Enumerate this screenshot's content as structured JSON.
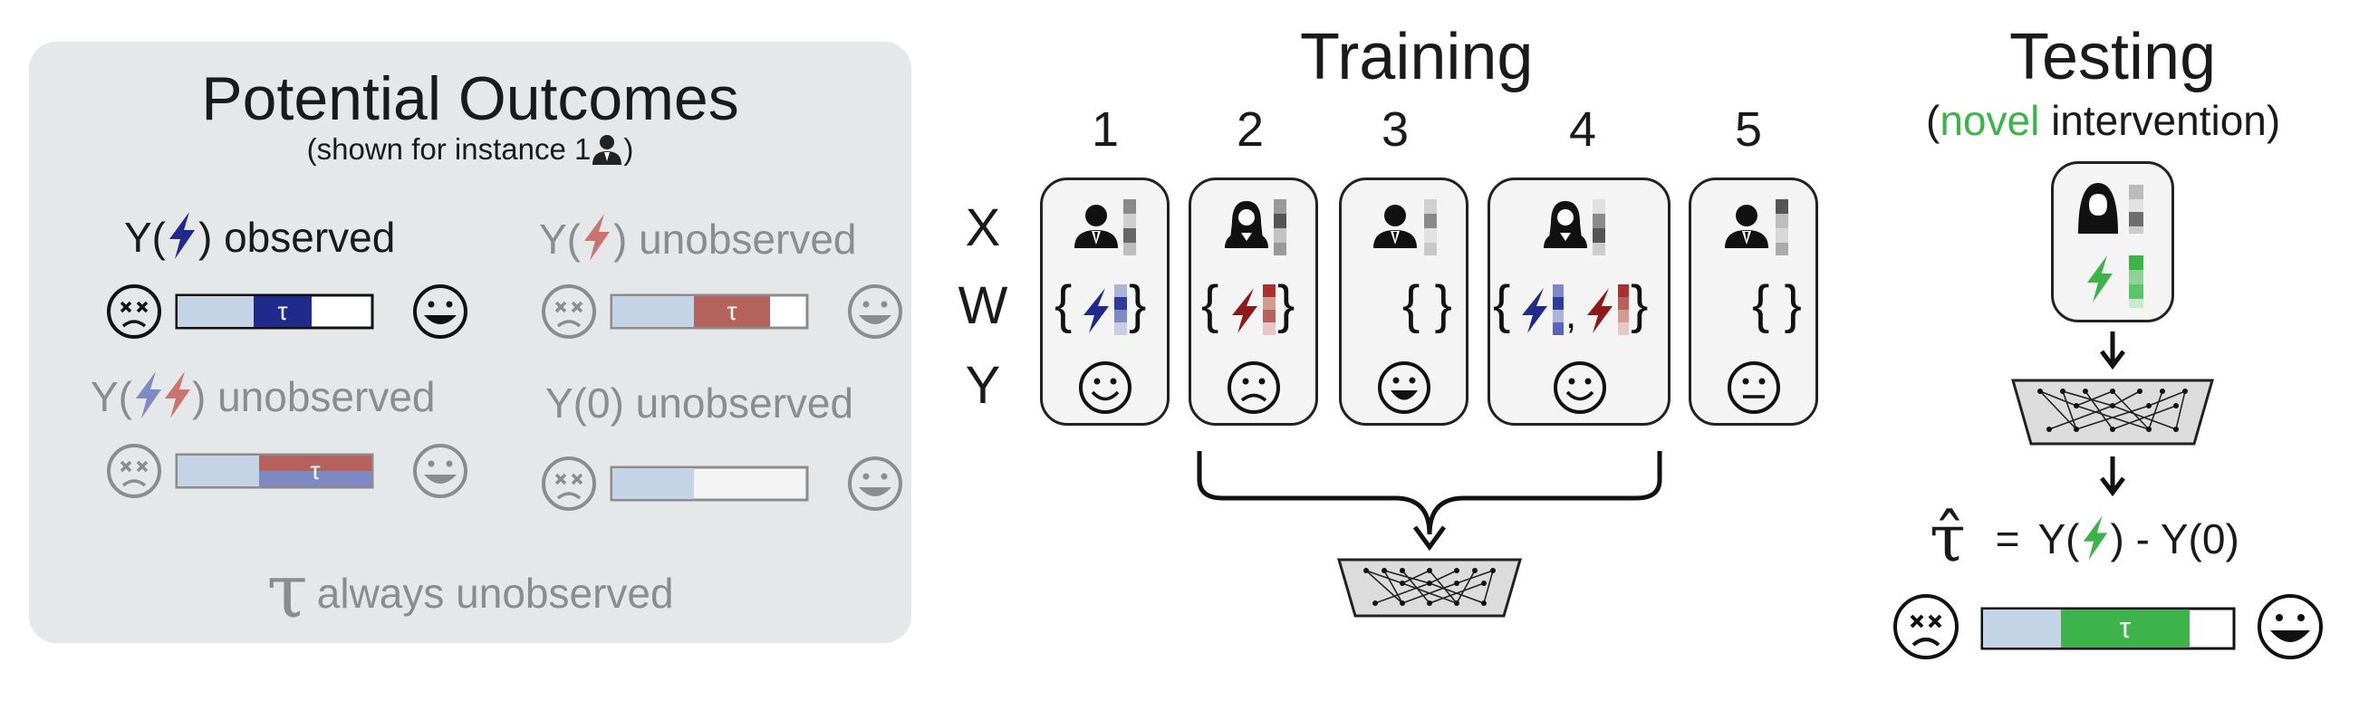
{
  "potential_outcomes": {
    "title": "Potential Outcomes",
    "subtitle_prefix": "(shown for instance 1",
    "subtitle_suffix": ")",
    "observed_label": ") observed",
    "unobserved_label": ") unobserved",
    "y_prefix": "Y(",
    "y0_label": "Y(0) unobserved",
    "tau_symbol": "τ",
    "tau_note": "always unobserved"
  },
  "training": {
    "title": "Training",
    "columns": [
      "1",
      "2",
      "3",
      "4",
      "5"
    ],
    "rows": [
      "X",
      "W",
      "Y"
    ],
    "empty_set": "{ }"
  },
  "testing": {
    "title": "Testing",
    "subtitle_open": "(",
    "subtitle_highlight": "novel",
    "subtitle_rest": " intervention)",
    "formula_equals": "=",
    "formula_y": "Y(",
    "formula_minus": ") - Y(0)",
    "tau_symbol": "τ"
  },
  "colors": {
    "panel_bg": "#e6e7e8",
    "blue_dark": "#1f2a8a",
    "red_dark": "#8b1a1a",
    "green": "#3db34a",
    "bar_light_blue": "#c5d3e6",
    "bar_red": "#b5625e",
    "bar_purple": "#7f89c3",
    "grey_icon": "#8c8c8c"
  },
  "icons": [
    "bolt-icon",
    "smiley-happy-icon",
    "smiley-sad-icon",
    "smiley-dead-icon",
    "smiley-neutral-icon",
    "person-icon",
    "neural-network-icon",
    "arrow-down-icon",
    "brace-icon"
  ]
}
